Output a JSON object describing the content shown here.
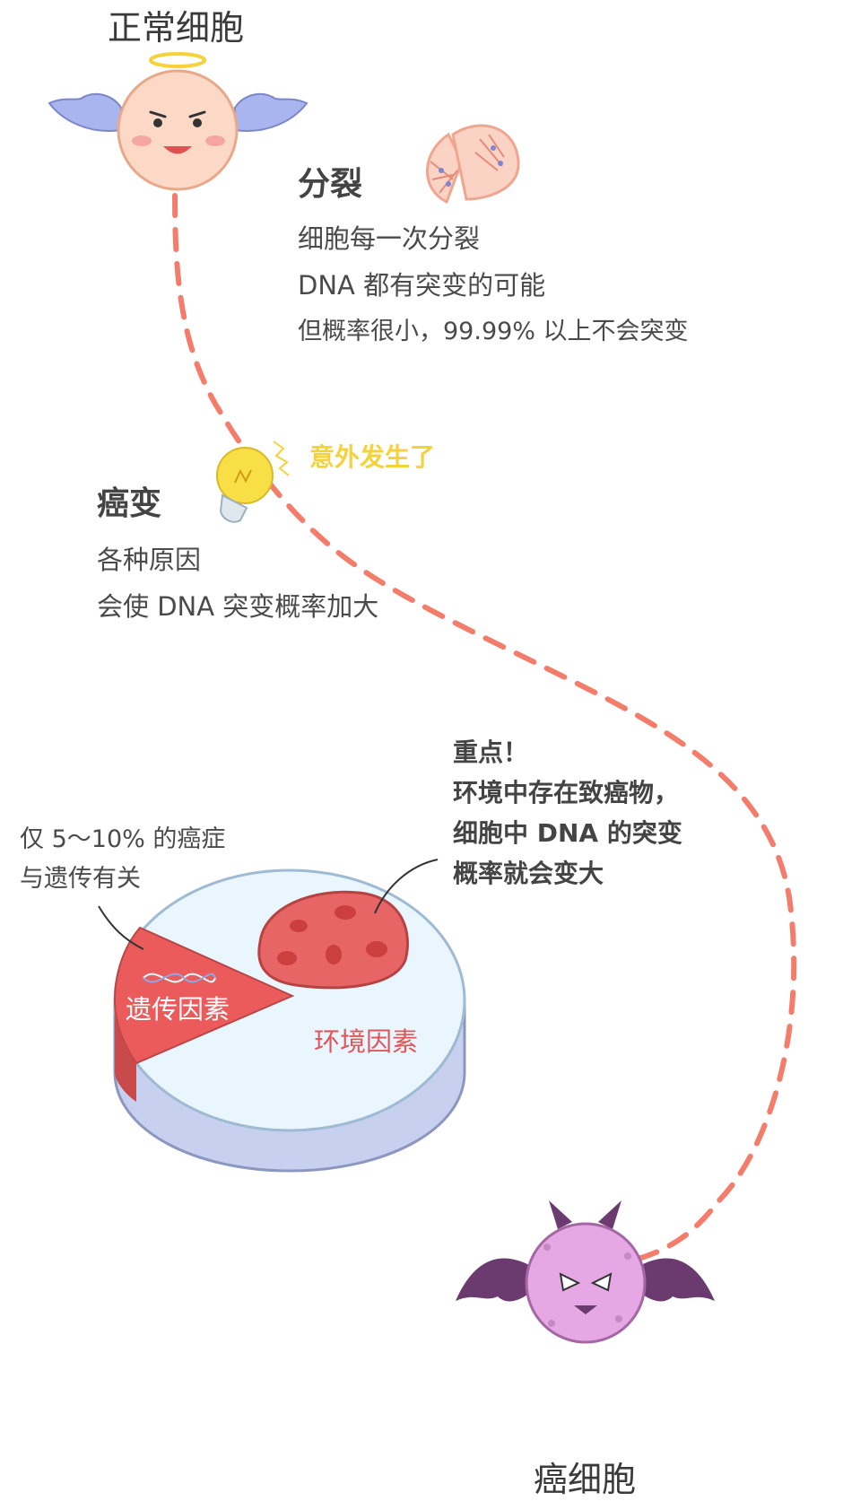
{
  "labels": {
    "normal_cell": "正常细胞",
    "cancer_cell": "癌细胞"
  },
  "division": {
    "heading": "分裂",
    "lines": [
      "细胞每一次分裂",
      "DNA 都有突变的可能",
      "但概率很小，99.99% 以上不会突变"
    ]
  },
  "accident": "意外发生了",
  "mutation": {
    "heading": "癌变",
    "lines": [
      "各种原因",
      "会使 DNA 突变概率加大"
    ]
  },
  "pie": {
    "genetic_label": "遗传因素",
    "environment_label": "环境因素",
    "genetic_note": [
      "仅 5～10% 的癌症",
      "与遗传有关"
    ],
    "environment_note": [
      "重点！",
      "环境中存在致癌物，",
      "细胞中 DNA 的突变",
      "概率就会变大"
    ]
  },
  "colors": {
    "path_dash": "#f47c6a",
    "accent_yellow": "#f5d23a",
    "pie_red": "#ec5b5b",
    "pie_light": "#eaf6fd",
    "angel_wing": "#a9b5ee",
    "devil_body": "#e5a8e4",
    "devil_wing": "#6b3a6e"
  }
}
